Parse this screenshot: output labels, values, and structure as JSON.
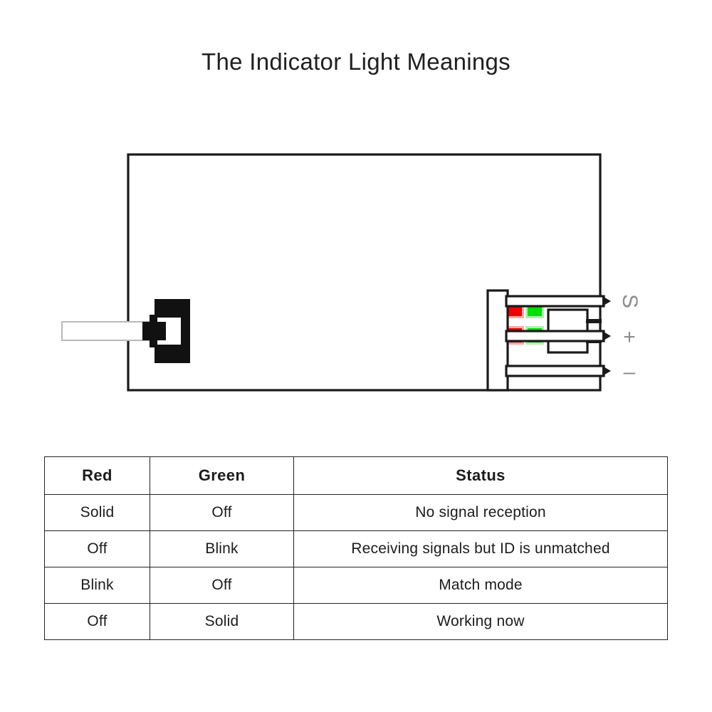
{
  "page": {
    "title": "The Indicator Light Meanings",
    "background_color": "#ffffff"
  },
  "diagram": {
    "name": "receiver-board-diagram",
    "board": {
      "label": "pcb-outline",
      "stroke_color": "#1a1a1a",
      "fill_color": "#ffffff"
    },
    "leds": [
      {
        "position": "top-left",
        "color_name": "red",
        "color": "#f00000"
      },
      {
        "position": "top-right",
        "color_name": "green",
        "color": "#00e000"
      },
      {
        "position": "bottom-left",
        "color_name": "red",
        "color": "#f00000"
      },
      {
        "position": "bottom-right",
        "color_name": "green",
        "color": "#00e000"
      }
    ],
    "connectors": [
      {
        "name": "servo-connector-upper",
        "type": "black-plug"
      },
      {
        "name": "servo-connector-lower",
        "type": "black-plug"
      }
    ],
    "output_pins": [
      {
        "label": "S",
        "name": "signal-pin"
      },
      {
        "label": "+",
        "name": "positive-pin"
      },
      {
        "label": "–",
        "name": "negative-pin"
      }
    ],
    "component": {
      "name": "crystal-module",
      "fill": "#ffffff"
    }
  },
  "table": {
    "name": "indicator-status-table",
    "headers": [
      "Red",
      "Green",
      "Status"
    ],
    "rows": [
      {
        "red": "Solid",
        "green": "Off",
        "status": "No signal reception"
      },
      {
        "red": "Off",
        "green": "Blink",
        "status": "Receiving signals but ID is unmatched"
      },
      {
        "red": "Blink",
        "green": "Off",
        "status": "Match mode"
      },
      {
        "red": "Off",
        "green": "Solid",
        "status": "Working now"
      }
    ]
  }
}
